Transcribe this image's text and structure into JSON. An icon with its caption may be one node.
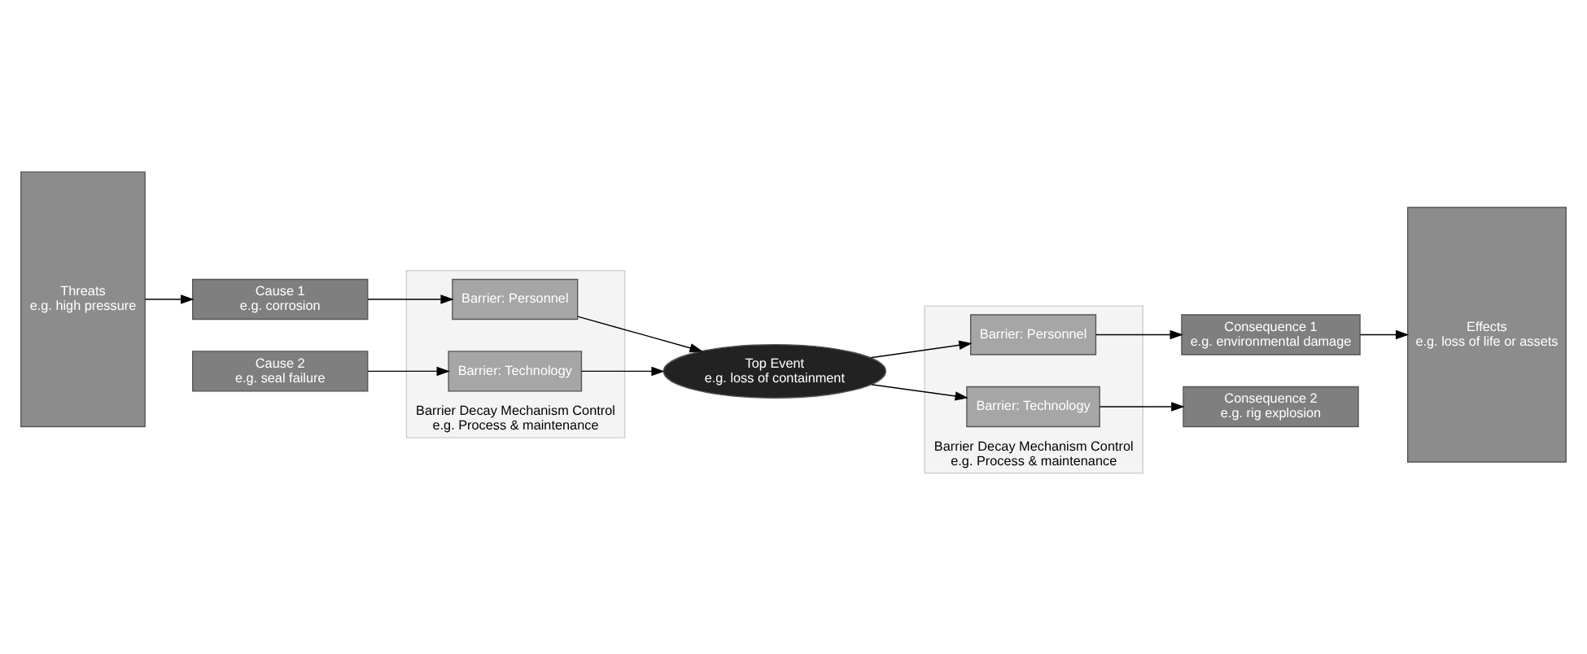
{
  "diagram": {
    "nodes": [
      {
        "text": [
          "Threats",
          "e.g. high pressure"
        ]
      },
      {
        "text": [
          "Cause 1",
          "e.g. corrosion"
        ]
      },
      {
        "text": [
          "Cause 2",
          "e.g. seal failure"
        ]
      },
      {
        "text": [
          "Barrier Decay Mechanism Control",
          "e.g. Process & maintenance"
        ]
      },
      {
        "text": [
          "Barrier: Personnel"
        ],
        "in": 3
      },
      {
        "text": [
          "Barrier: Technology"
        ],
        "in": 3
      },
      {
        "text": [
          "Top Event",
          "e.g. loss of containment"
        ]
      },
      {
        "text": [
          "Barrier Decay Mechanism Control",
          "e.g. Process & maintenance"
        ]
      },
      {
        "text": [
          "Barrier: Personnel"
        ],
        "in": 7
      },
      {
        "text": [
          "Barrier: Technology"
        ],
        "in": 7
      },
      {
        "text": [
          "Consequence 1",
          "e.g. environmental damage"
        ]
      },
      {
        "text": [
          "Consequence 2",
          "e.g. rig explosion"
        ]
      },
      {
        "text": [
          "Effects",
          "e.g. loss of life or assets"
        ]
      }
    ],
    "edges": [
      {
        "from": 0,
        "to": 1,
        "arrow": "to"
      },
      {
        "from": 1,
        "to": 4,
        "arrow": "to"
      },
      {
        "from": 2,
        "to": 5,
        "arrow": "to"
      },
      {
        "from": 4,
        "to": 6,
        "arrow": "to"
      },
      {
        "from": 5,
        "to": 6,
        "arrow": "to"
      },
      {
        "from": 6,
        "to": 8,
        "arrow": "to"
      },
      {
        "from": 6,
        "to": 9,
        "arrow": "to"
      },
      {
        "from": 8,
        "to": 10,
        "arrow": "to"
      },
      {
        "from": 9,
        "to": 11,
        "arrow": "to"
      },
      {
        "from": 10,
        "to": 12,
        "arrow": "to"
      }
    ]
  }
}
